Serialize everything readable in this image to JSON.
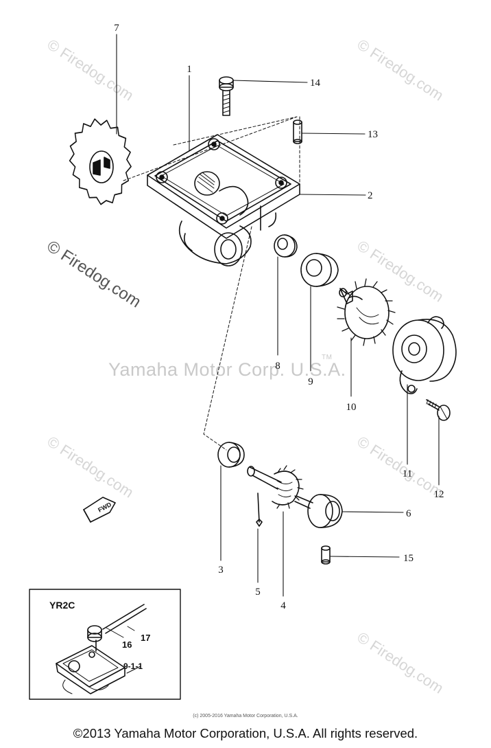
{
  "watermarks": {
    "site": "© Firedog.com",
    "center": "Yamaha Motor Corp. U.S.A.",
    "tm": "TM"
  },
  "callouts": [
    "1",
    "2",
    "3",
    "4",
    "5",
    "6",
    "7",
    "8",
    "9",
    "10",
    "11",
    "12",
    "13",
    "14",
    "15"
  ],
  "direction_arrow": "FWD",
  "inset": {
    "model": "YR2C",
    "labels": [
      "16",
      "17",
      "9-1-1"
    ]
  },
  "footer": {
    "small_copyright": "(c) 2005-2016 Yamaha Motor Corporation, U.S.A.",
    "copyright": "©2013 Yamaha Motor Corporation, U.S.A. All rights reserved."
  }
}
